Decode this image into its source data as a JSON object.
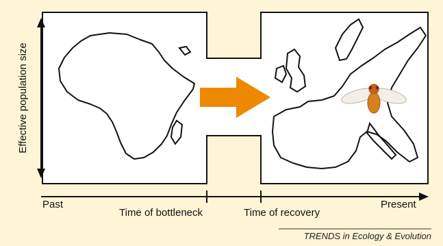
{
  "y_axis_label": "Effective population size",
  "time_axis": {
    "start_label": "Past",
    "bottleneck_label": "Time of bottleneck",
    "recovery_label": "Time of recovery",
    "end_label": "Present"
  },
  "credit": "TRENDS in Ecology & Evolution",
  "regions": {
    "left_map": "africa-map",
    "right_map": "europe-map"
  },
  "arrow_color": "#ee8800",
  "background_color": "#fdf5d6",
  "icons": {
    "migration": "migration-arrow-icon",
    "organism": "fruit-fly-icon"
  }
}
